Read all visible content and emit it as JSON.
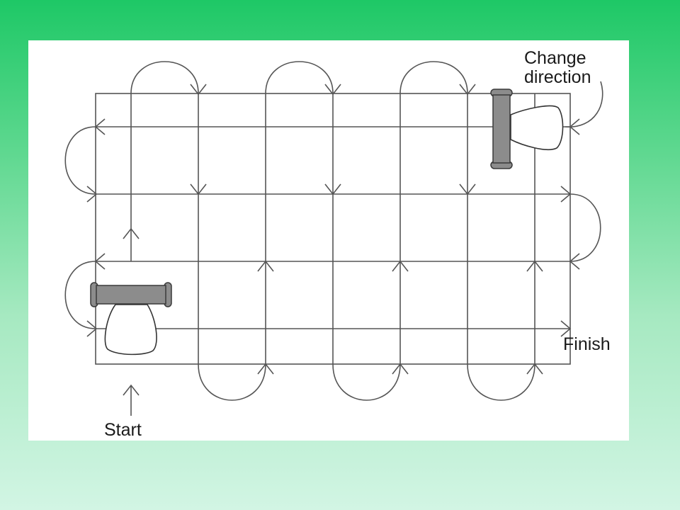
{
  "labels": {
    "start": "Start",
    "finish": "Finish",
    "change_line1": "Change",
    "change_line2": "direction"
  },
  "colors": {
    "background_top": "#1ec866",
    "background_bottom": "#d2f5e4",
    "panel": "#ffffff",
    "line": "#555555",
    "machine_body": "#8c8c8c",
    "machine_outline": "#3a3a3a"
  }
}
